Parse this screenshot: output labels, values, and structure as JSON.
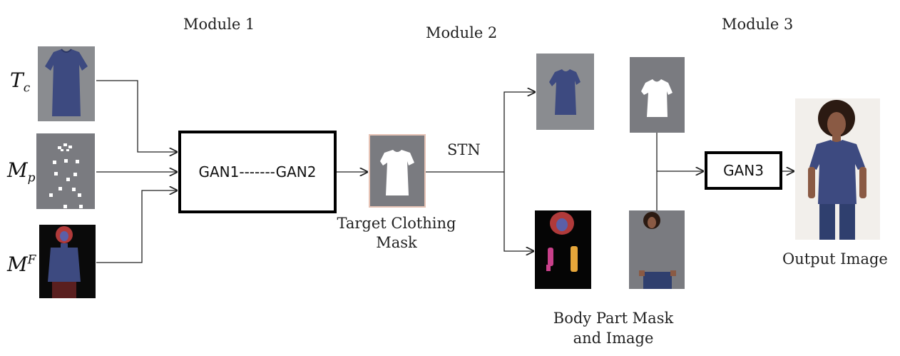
{
  "modules": {
    "module1": "Module 1",
    "module2": "Module 2",
    "module3": "Module 3"
  },
  "inputs": {
    "tc": {
      "symbol": "T",
      "sub": "c"
    },
    "mp": {
      "symbol": "M",
      "sub": "p"
    },
    "mf": {
      "symbol": "M",
      "sup": "F"
    }
  },
  "blocks": {
    "gan12": "GAN1-------GAN2",
    "gan3": "GAN3"
  },
  "edge_labels": {
    "stn": "STN"
  },
  "captions": {
    "target_mask_line1": "Target Clothing",
    "target_mask_line2": "Mask",
    "body_part_line1": "Body Part Mask",
    "body_part_line2": "and Image",
    "output": "Output Image"
  },
  "colors": {
    "shirt_blue": "#3d4a80",
    "panel_gray": "#7a7b80",
    "mask_white": "#ffffff",
    "hair_red": "#b03a3a",
    "skin": "#8a5a44"
  }
}
